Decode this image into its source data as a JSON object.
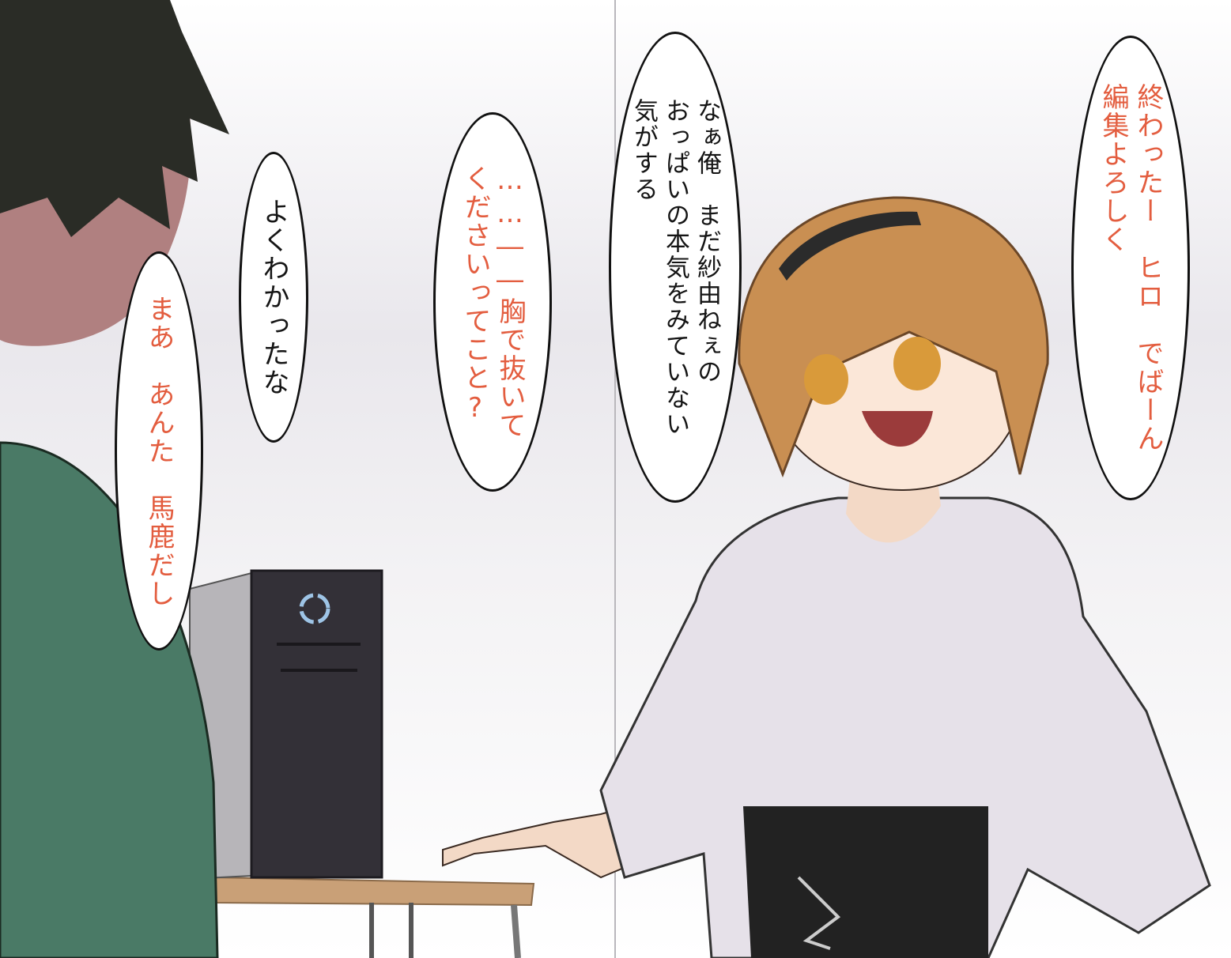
{
  "colors": {
    "speech_black": "#151515",
    "speech_red": "#e35d3f",
    "shirt_green": "#4a7a66",
    "hair_brown": "#c98f52",
    "blouse": "#e6e1e9",
    "corset": "#222222",
    "pc_case": "#333037",
    "desk": "#c9a077"
  },
  "bubbles": {
    "b1": "終わったー　ヒロ　でばーん\n編集よろしく",
    "b2": "なぁ俺　まだ紗由ねぇの\nおっぱいの本気をみていない\n気がする",
    "b3": "……――胸で抜いて\nくださいってこと?",
    "b4": "よくわかったな",
    "b5": "まあ　あんた　馬鹿だし"
  },
  "icons": {
    "pc_power": "power-logo-icon"
  }
}
